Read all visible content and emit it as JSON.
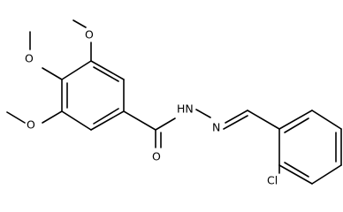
{
  "labels": {
    "o_meta_top": "O",
    "o_para": "O",
    "o_meta_bottom": "O",
    "o_carbonyl": "O",
    "nh": "HN",
    "n_imine": "N",
    "cl": "Cl"
  }
}
